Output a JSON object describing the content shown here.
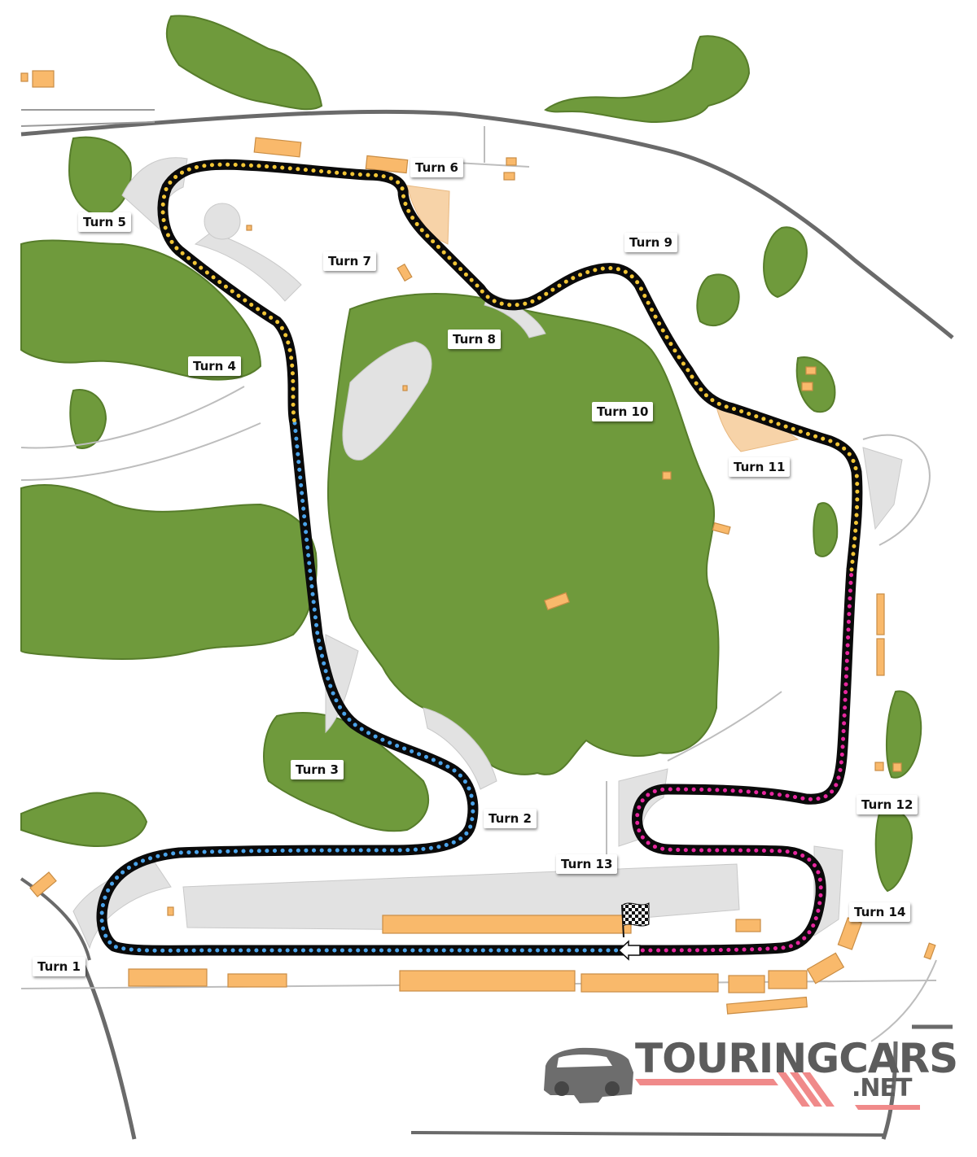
{
  "turns": [
    {
      "id": "turn-1",
      "label": "Turn 1"
    },
    {
      "id": "turn-2",
      "label": "Turn 2"
    },
    {
      "id": "turn-3",
      "label": "Turn 3"
    },
    {
      "id": "turn-4",
      "label": "Turn 4"
    },
    {
      "id": "turn-5",
      "label": "Turn 5"
    },
    {
      "id": "turn-6",
      "label": "Turn 6"
    },
    {
      "id": "turn-7",
      "label": "Turn 7"
    },
    {
      "id": "turn-8",
      "label": "Turn 8"
    },
    {
      "id": "turn-9",
      "label": "Turn 9"
    },
    {
      "id": "turn-10",
      "label": "Turn 10"
    },
    {
      "id": "turn-11",
      "label": "Turn 11"
    },
    {
      "id": "turn-12",
      "label": "Turn 12"
    },
    {
      "id": "turn-13",
      "label": "Turn 13"
    },
    {
      "id": "turn-14",
      "label": "Turn 14"
    }
  ],
  "logo": {
    "main": "TOURINGCARS",
    "sub": ".NET"
  },
  "colors": {
    "sector_1": "#4aa3ea",
    "sector_2": "#f2c535",
    "sector_3": "#e6269e",
    "track": "#0a0a0a",
    "runoff": "#e2e2e2",
    "forest": "#6f9a3c",
    "building": "#f9b96b",
    "gravel": "#f7d3a8",
    "road": "#6a6a6a",
    "logo_text": "#5c5c5c",
    "logo_stripes": "#f08a8a"
  },
  "icons": {
    "start_finish": "checkered-flag-icon",
    "direction": "direction-arrow-icon",
    "logo_car": "car-icon"
  }
}
